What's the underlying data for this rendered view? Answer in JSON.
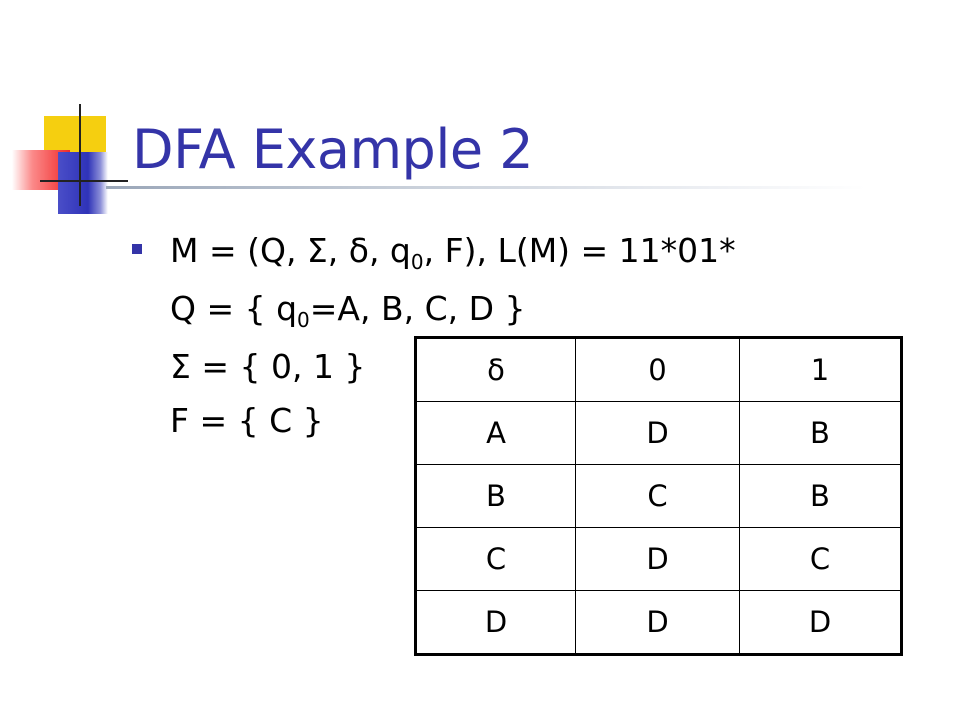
{
  "slide": {
    "title": "DFA Example 2",
    "lines": [
      {
        "segments": [
          "M = (Q, Σ, δ, q",
          "0",
          ", F), L(M) = 11*01*"
        ]
      },
      {
        "segments": [
          "Q = { q",
          "0",
          "=A, B, C, D }"
        ]
      },
      {
        "segments": [
          "Σ = { 0, 1 }"
        ]
      },
      {
        "segments": [
          "F = { C }"
        ]
      }
    ],
    "table": {
      "header": [
        "δ",
        "0",
        "1"
      ],
      "rows": [
        [
          "A",
          "D",
          "B"
        ],
        [
          "B",
          "C",
          "B"
        ],
        [
          "C",
          "D",
          "C"
        ],
        [
          "D",
          "D",
          "D"
        ]
      ]
    }
  },
  "colors": {
    "title": "#3434a8",
    "accent_yellow": "#f5cf10",
    "accent_red": "#f02a2a",
    "accent_blue": "#2f33b8"
  }
}
